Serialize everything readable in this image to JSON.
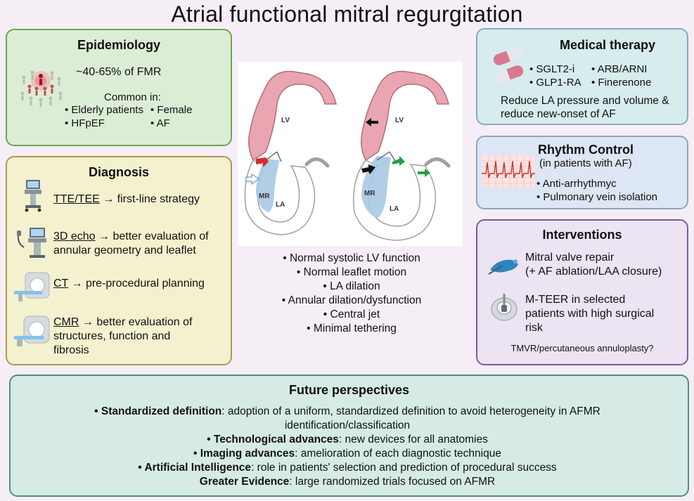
{
  "title": "Atrial functional mitral regurgitation",
  "epidemiology": {
    "title": "Epidemiology",
    "stat": "~40-65% of FMR",
    "common_label": "Common in:",
    "items": [
      "• Elderly patients",
      "• Female",
      "• HFpEF",
      "• AF"
    ]
  },
  "diagnosis": {
    "title": "Diagnosis",
    "tte_label": "TTE/TEE",
    "tte_rest": " → first-line strategy",
    "echo3d_label": "3D echo",
    "echo3d_rest": " → better evaluation of",
    "echo3d_line2": "annular geometry and leaflet",
    "ct_label": "CT",
    "ct_rest": " → pre-procedural planning",
    "cmr_label": "CMR",
    "cmr_rest": " → better evaluation of",
    "cmr_line2": "structures, function and",
    "cmr_line3": "fibrosis"
  },
  "heart": {
    "lv_left": "LV",
    "mr_left": "MR",
    "la_left": "LA",
    "lv_right": "LV",
    "mr_right": "MR",
    "la_right": "LA"
  },
  "features": [
    "• Normal systolic LV function",
    "• Normal leaflet motion",
    "• LA dilation",
    "• Annular dilation/dysfunction",
    "• Central jet",
    "• Minimal tethering"
  ],
  "medical": {
    "title": "Medical therapy",
    "drugs": [
      "• SGLT2-i",
      "• ARB/ARNI",
      "• GLP1-RA",
      "• Finerenone"
    ],
    "goal_line1": "Reduce LA pressure and volume &",
    "goal_line2": "reduce new-onset of AF"
  },
  "rhythm": {
    "title": "Rhythm Control",
    "subtitle": "(in patients with AF)",
    "items": [
      "• Anti-arrhythmyc",
      "• Pulmonary vein isolation"
    ]
  },
  "interventions": {
    "title": "Interventions",
    "repair_line1": "Mitral valve repair",
    "repair_line2": "(+ AF ablation/LAA closure)",
    "teer_line1": "M-TEER in selected",
    "teer_line2": "patients with high surgical",
    "teer_line3": "risk",
    "tmvr": "TMVR/percutaneous annuloplasty?"
  },
  "future": {
    "title": "Future perspectives",
    "rows": [
      {
        "bold": "• Standardized definition",
        "rest": ": adoption of a uniform, standardized definition to avoid heterogeneity in AFMR"
      },
      {
        "bold": "",
        "rest": "identification/classification"
      },
      {
        "bold": "• Technological advances",
        "rest": ": new devices for all anatomies"
      },
      {
        "bold": "• Imaging advances",
        "rest": ": amelioration of each diagnostic technique"
      },
      {
        "bold": "• Artificial Intelligence",
        "rest": ": role in patients' selection and prediction of procedural success"
      },
      {
        "bold": "Greater Evidence",
        "rest": ": large randomized trials focused on AFMR"
      }
    ]
  },
  "colors": {
    "epi_bg": "#dcedd5",
    "epi_border": "#6aa84f",
    "diag_bg": "#f4f1cf",
    "diag_border": "#a89a52",
    "med_bg": "#d7ecec",
    "med_border": "#8aa6c4",
    "rhythm_bg": "#dce6f5",
    "rhythm_border": "#8aa6c4",
    "interv_bg": "#ece3f3",
    "interv_border": "#7b5aa0",
    "future_bg": "#d6ebe5",
    "future_border": "#4f8f7f"
  }
}
